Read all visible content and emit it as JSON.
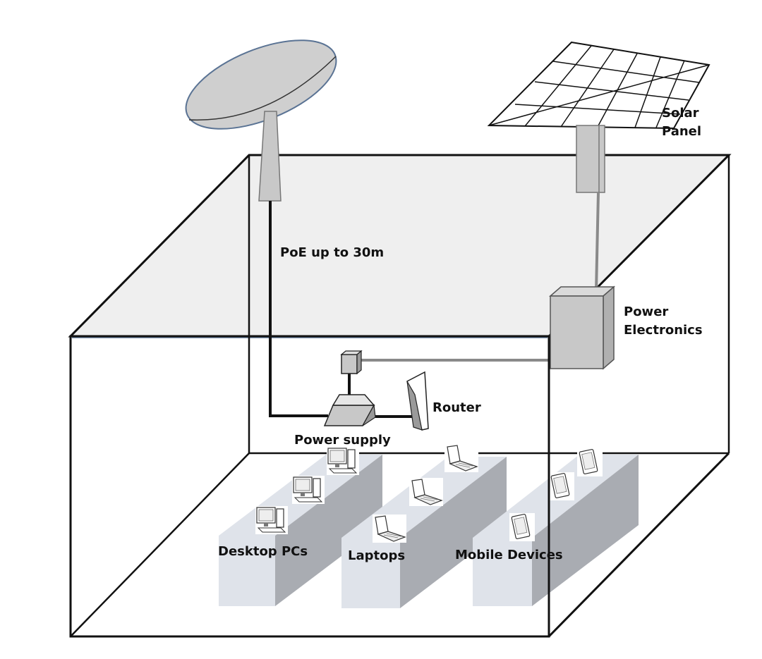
{
  "labels": {
    "solar_panel_line1": "Solar",
    "solar_panel_line2": "Panel",
    "poe": "PoE up to 30m",
    "power_electronics_line1": "Power",
    "power_electronics_line2": "Electronics",
    "router": "Router",
    "power_supply": "Power supply",
    "desktop_pcs": "Desktop PCs",
    "laptops": "Laptops",
    "mobile_devices": "Mobile Devices"
  },
  "colors": {
    "ceiling_fill": "#efefef",
    "equipment_fill": "#c8c8c8",
    "dish_fill": "#cfcfcf",
    "dish_edge": "#5a7394",
    "table_top": "#dfe3ea",
    "table_side": "#a9acb2",
    "outline": "#111111",
    "gray_cable": "#8a8a8a"
  }
}
